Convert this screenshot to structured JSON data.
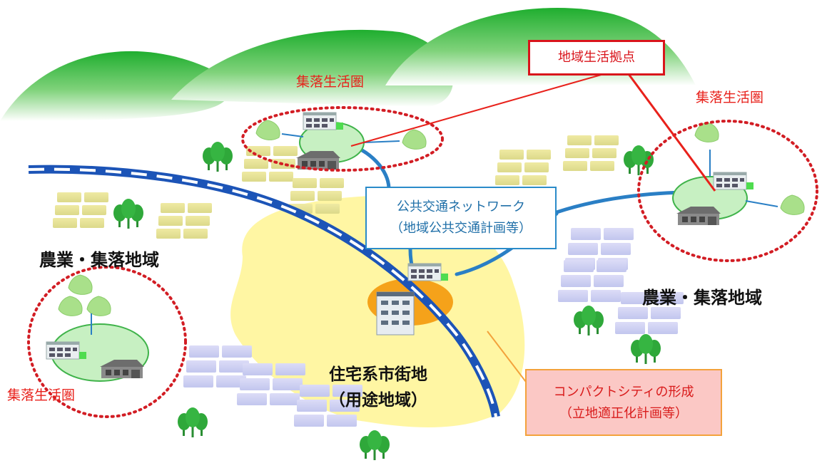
{
  "labels": {
    "settlement_a": "集落生活圏",
    "settlement_b": "集落生活圏",
    "settlement_c": "集落生活圏",
    "agri_left": "農業・集落地域",
    "agri_right": "農業・集落地域",
    "residential_line1": "住宅系市街地",
    "residential_line2": "（用途地域）"
  },
  "boxes": {
    "hub": "地域生活拠点",
    "transit_line1": "公共交通ネットワーク",
    "transit_line2": "（地域公共交通計画等）",
    "compact_line1": "コンパクトシティの形成",
    "compact_line2": "（立地適正化計画等）"
  },
  "colors": {
    "hill": "#3fbf3a",
    "hill_light": "#cdeecb",
    "railway": "#1c54b7",
    "transit_line": "#2a7fc5",
    "red_accent": "#e8211b",
    "residential_zone": "#fff59a",
    "center_zone": "#f7a21b",
    "field_yellow": "#e7e396",
    "field_purple": "#cdd0f2",
    "tree": "#2ea53a",
    "settlement_fill": "#c7f0c2"
  }
}
